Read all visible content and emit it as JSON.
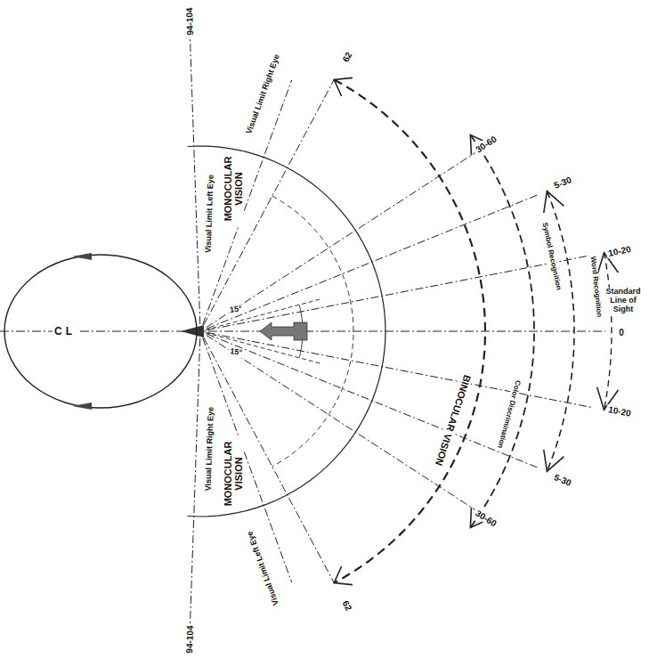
{
  "diagram": {
    "nodes": [
      {
        "text": [
          "CL"
        ]
      }
    ],
    "labels": [
      "94-104",
      "Visual Limit Left Eye",
      "Visual Limit Right Eye",
      "MONOCULAR VISION",
      "62",
      "30-60",
      "5-30",
      "10-20",
      "Standard Line of Sight",
      "0",
      "15°",
      "15°",
      "BINOCULAR VISION",
      "Color Discrimination",
      "Symbol Recognition",
      "Word Recognition",
      "10-20",
      "5-30",
      "30-60",
      "MONOCULAR VISION",
      "Visual Limit Right Eye",
      "Visual Limit Left Eye",
      "62",
      "94-104"
    ]
  }
}
